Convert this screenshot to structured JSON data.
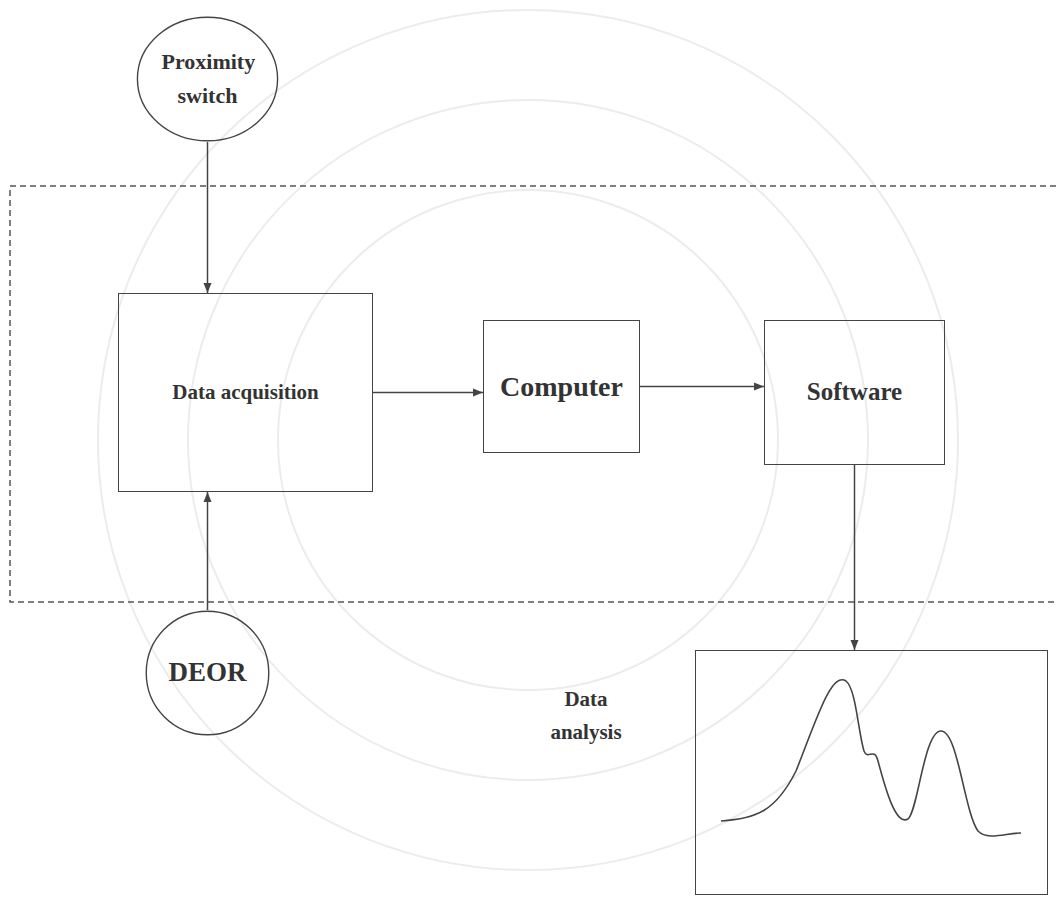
{
  "diagram": {
    "nodes": [
      {
        "text": [
          "Proximity switch"
        ]
      },
      {
        "text": [
          "Data acquisition"
        ]
      },
      {
        "text": [
          "Computer"
        ]
      },
      {
        "text": [
          "Software"
        ]
      },
      {
        "text": [
          "DEOR"
        ]
      },
      {
        "text": [
          "Data analysis"
        ]
      }
    ],
    "edges": [
      {
        "from": 0,
        "to": 1,
        "arrow": "to"
      },
      {
        "from": 4,
        "to": 1,
        "arrow": "to"
      },
      {
        "from": 1,
        "to": 2,
        "arrow": "to"
      },
      {
        "from": 2,
        "to": 3,
        "arrow": "to"
      },
      {
        "from": 3,
        "to": 5,
        "arrow": "to"
      }
    ]
  }
}
